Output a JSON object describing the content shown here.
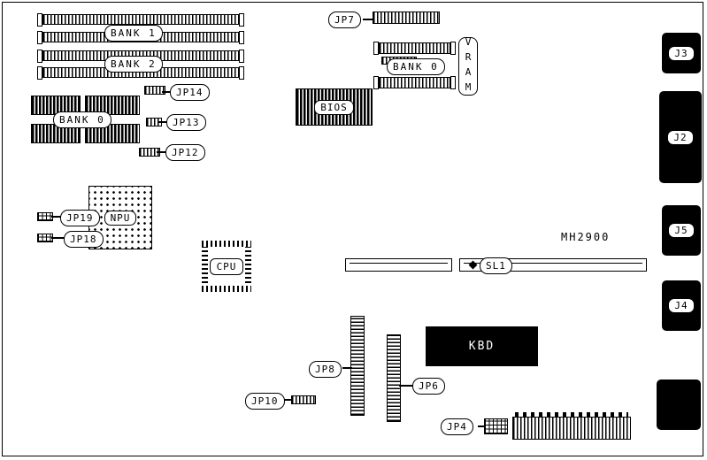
{
  "board": {
    "model": "MH2900"
  },
  "memory": {
    "bank1": "BANK 1",
    "bank2": "BANK 2",
    "bank0_left": "BANK 0",
    "bank0_vram": "BANK 0",
    "vram": "VRAM"
  },
  "chips": {
    "bios": "BIOS",
    "npu": "NPU",
    "cpu": "CPU",
    "kbd": "KBD"
  },
  "slot": {
    "sl1": "SL1"
  },
  "jumpers": {
    "jp4": "JP4",
    "jp6": "JP6",
    "jp7": "JP7",
    "jp8": "JP8",
    "jp10": "JP10",
    "jp12": "JP12",
    "jp13": "JP13",
    "jp14": "JP14",
    "jp18": "JP18",
    "jp19": "JP19"
  },
  "connectors": {
    "j2": "J2",
    "j3": "J3",
    "j4": "J4",
    "j5": "J5"
  },
  "colors": {
    "ink": "#000000",
    "paper": "#ffffff"
  }
}
